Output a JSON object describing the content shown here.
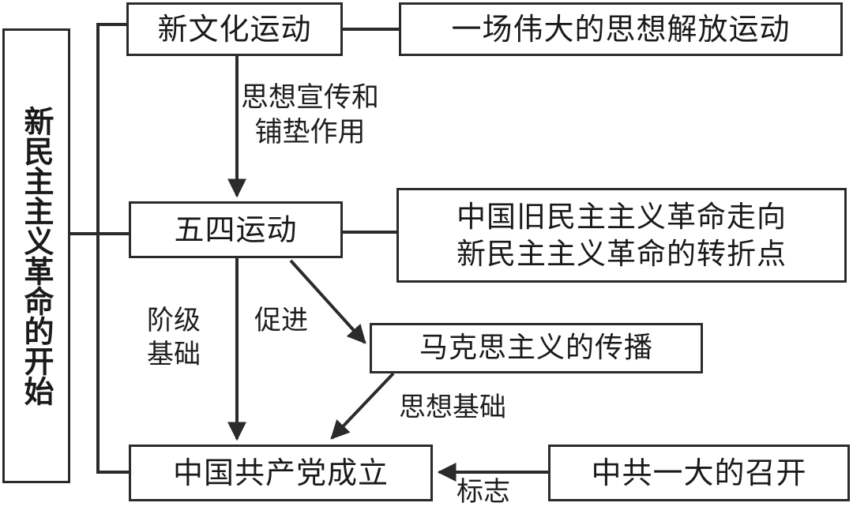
{
  "diagram": {
    "title": "新民主主义革命的开始",
    "type": "flowchart",
    "nodes": {
      "title_box": {
        "label": "新民主主义革命的开始",
        "orientation": "vertical"
      },
      "new_culture_movement": {
        "label": "新文化运动"
      },
      "great_liberation": {
        "label": "一场伟大的思想解放运动"
      },
      "may_fourth_movement": {
        "label": "五四运动"
      },
      "turning_point": {
        "line1": "中国旧民主主义革命走向",
        "line2": "新民主主义革命的转折点"
      },
      "marxism_spread": {
        "label": "马克思主义的传播"
      },
      "ccp_founded": {
        "label": "中国共产党成立"
      },
      "first_congress": {
        "label": "中共一大的召开"
      }
    },
    "edge_labels": {
      "propaganda": {
        "line1": "思想宣传和",
        "line2": "铺垫作用"
      },
      "class_basis": {
        "line1": "阶级",
        "line2": "基础"
      },
      "promote": "促进",
      "ideological_basis": "思想基础",
      "marker": "标志"
    },
    "colors": {
      "stroke": "#2b2b2b",
      "text": "#1a1a1a",
      "background": "#ffffff"
    }
  }
}
